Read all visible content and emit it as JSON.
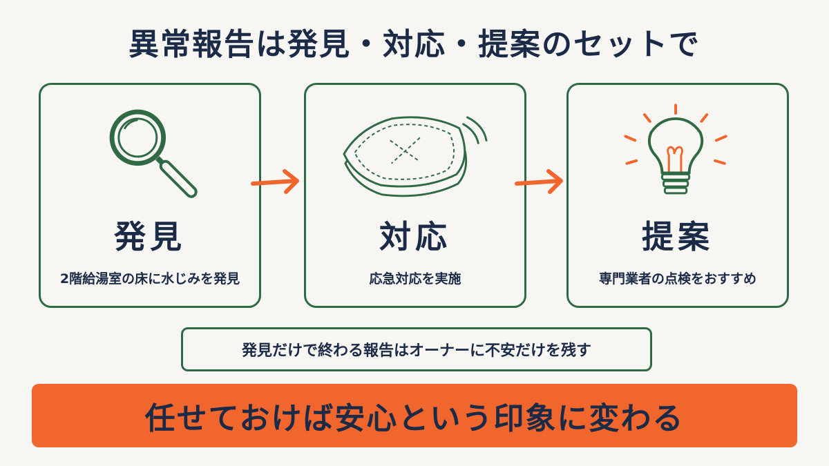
{
  "title": "異常報告は発見・対応・提案のセットで",
  "steps": [
    {
      "heading": "発見",
      "description": "2階給湯室の床に水じみを発見",
      "icon": "magnifier-icon"
    },
    {
      "heading": "対応",
      "description": "応急対応を実施",
      "icon": "cloth-icon"
    },
    {
      "heading": "提案",
      "description": "専門業者の点検をおすすめ",
      "icon": "lightbulb-icon"
    }
  ],
  "note": "発見だけで終わる報告はオーナーに不安だけを残す",
  "banner": "任せておけば安心という印象に変わる",
  "colors": {
    "background": "#f7f6f2",
    "border_green": "#2f6a45",
    "accent_orange": "#f0662c",
    "text_navy": "#1b2a47"
  }
}
